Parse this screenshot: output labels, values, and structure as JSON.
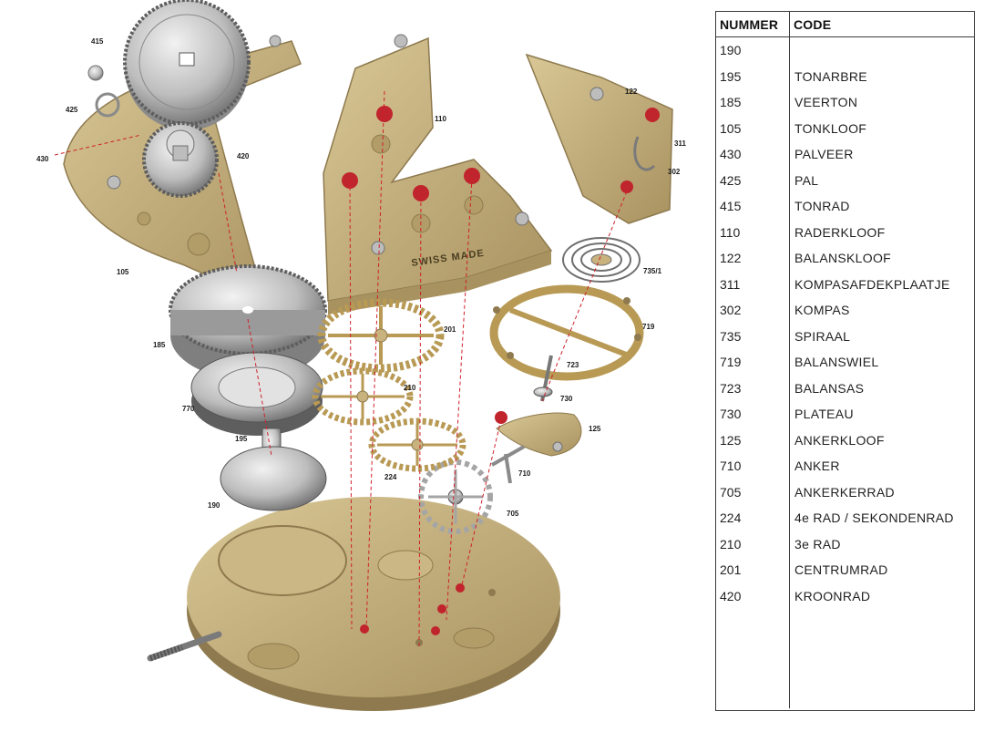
{
  "diagram": {
    "engraving": "SWISS MADE",
    "labels": [
      "415",
      "425",
      "430",
      "420",
      "110",
      "122",
      "311",
      "302",
      "105",
      "185",
      "201",
      "735/1",
      "719",
      "723",
      "730",
      "770",
      "210",
      "195",
      "224",
      "125",
      "710",
      "190",
      "705"
    ],
    "colors": {
      "brass": "#c8b27e",
      "brass_dark": "#8e7a4e",
      "steel": "#b9b9b9",
      "steel_dark": "#6f6f6f",
      "jewel": "#c0242c",
      "guide": "#d0202a"
    }
  },
  "table": {
    "headers": {
      "number": "NUMMER",
      "code": "CODE"
    },
    "rows": [
      {
        "num": "190",
        "code": ""
      },
      {
        "num": "195",
        "code": "TONARBRE"
      },
      {
        "num": "185",
        "code": "VEERTON"
      },
      {
        "num": "105",
        "code": "TONKLOOF"
      },
      {
        "num": "430",
        "code": "PALVEER"
      },
      {
        "num": "425",
        "code": "PAL"
      },
      {
        "num": "415",
        "code": "TONRAD"
      },
      {
        "num": "110",
        "code": "RADERKLOOF"
      },
      {
        "num": "122",
        "code": "BALANSKLOOF"
      },
      {
        "num": "311",
        "code": "KOMPASAFDEKPLAATJE"
      },
      {
        "num": "302",
        "code": "KOMPAS"
      },
      {
        "num": "735",
        "code": "SPIRAAL"
      },
      {
        "num": "719",
        "code": "BALANSWIEL"
      },
      {
        "num": "723",
        "code": "BALANSAS"
      },
      {
        "num": "730",
        "code": "PLATEAU"
      },
      {
        "num": "125",
        "code": "ANKERKLOOF"
      },
      {
        "num": "710",
        "code": "ANKER"
      },
      {
        "num": "705",
        "code": "ANKERKERRAD"
      },
      {
        "num": "224",
        "code": "4e RAD / SEKONDENRAD"
      },
      {
        "num": "210",
        "code": "3e RAD"
      },
      {
        "num": "201",
        "code": "CENTRUMRAD"
      },
      {
        "num": "420",
        "code": "KROONRAD"
      }
    ]
  }
}
